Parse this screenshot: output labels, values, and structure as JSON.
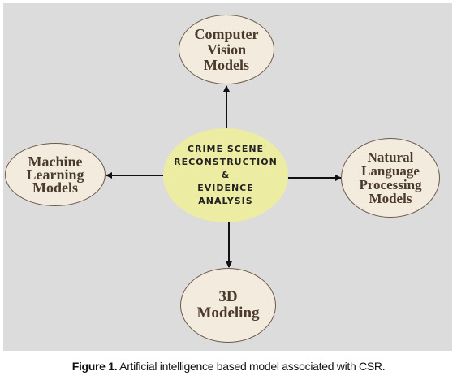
{
  "diagram": {
    "center": {
      "label": "CRIME SCENE\nRECONSTRUCTION\n&\nEVIDENCE\nANALYSIS"
    },
    "nodes": {
      "computer_vision": "Computer\nVision\nModels",
      "machine_learning": "Machine\nLearning\nModels",
      "nlp": "Natural\nLanguage\nProcessing\nModels",
      "modeling_3d": "3D\nModeling"
    }
  },
  "caption": {
    "label": "Figure 1.",
    "text": " Artificial intelligence based model associated with CSR."
  },
  "colors": {
    "background_panel": "#dcdcdc",
    "center_fill": "#ececa2",
    "node_fill": "#f3ebde",
    "node_border": "#6b5a4a",
    "arrow": "#111111"
  }
}
